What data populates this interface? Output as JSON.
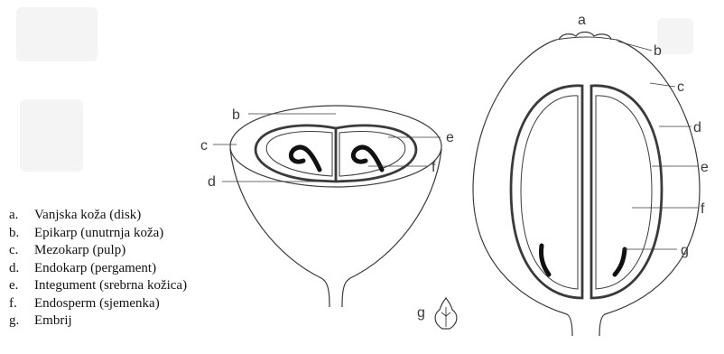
{
  "labels": {
    "a": "a",
    "b": "b",
    "c": "c",
    "d": "d",
    "e": "e",
    "f": "f",
    "g": "g"
  },
  "legend": [
    {
      "key": "a.",
      "text": "Vanjska koža (disk)"
    },
    {
      "key": "b.",
      "text": "Epikarp (unutrnja koža)"
    },
    {
      "key": "c.",
      "text": "Mezokarp (pulp)"
    },
    {
      "key": "d.",
      "text": "Endokarp (pergament)"
    },
    {
      "key": "e.",
      "text": "Integument (srebrna kožica)"
    },
    {
      "key": "f.",
      "text": "Endosperm (sjemenka)"
    },
    {
      "key": "g.",
      "text": "Embrij"
    }
  ]
}
